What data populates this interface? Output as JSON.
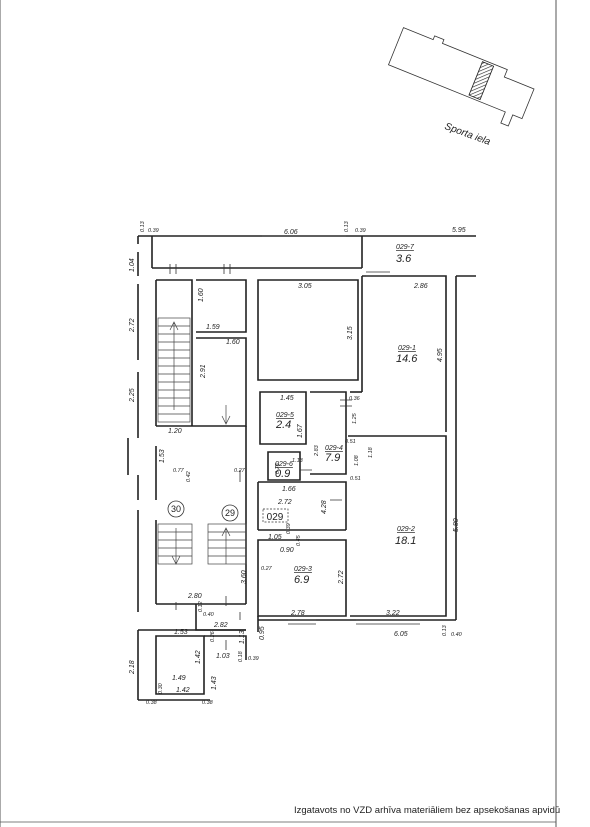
{
  "location_map": {
    "street": "Sporta iela"
  },
  "rooms": [
    {
      "id": "029-7",
      "area": "3.6"
    },
    {
      "id": "029-1",
      "area": "14.6"
    },
    {
      "id": "029-5",
      "area": "2.4"
    },
    {
      "id": "029-6",
      "area": "0.9"
    },
    {
      "id": "029-4",
      "area": "7.9"
    },
    {
      "id": "029-2",
      "area": "18.1"
    },
    {
      "id": "029-3",
      "area": "6.9"
    }
  ],
  "apartment_label": "029",
  "stair_numbers": [
    "30",
    "29"
  ],
  "dimensions": [
    "6.06",
    "5.95",
    "0.39",
    "0.13",
    "0.13",
    "0.39",
    "1.04",
    "2.72",
    "2.25",
    "1.60",
    "1.59",
    "1.60",
    "2.91",
    "3.05",
    "2.86",
    "3.15",
    "4.95",
    "1.45",
    "1.67",
    "0.36",
    "1.25",
    "0.51",
    "1.18",
    "2.83",
    "1.08",
    "1.20",
    "1.53",
    "0.77",
    "0.42",
    "0.27",
    "1.13",
    "0.78",
    "0.51",
    "1.66",
    "2.72",
    "4.28",
    "0.39",
    "5.80",
    "1.05",
    "0.45",
    "0.90",
    "0.27",
    "2.72",
    "3.60",
    "2.80",
    "0.12",
    "0.40",
    "2.82",
    "1.53",
    "0.26",
    "1.13",
    "0.95",
    "1.03",
    "0.18",
    "0.39",
    "2.78",
    "3.22",
    "6.05",
    "0.13",
    "0.40",
    "1.42",
    "1.43",
    "2.18",
    "1.49",
    "0.30",
    "1.42",
    "0.38",
    "0.38"
  ],
  "footer": {
    "note": "Izgatavots no VZD arhīva materiāliem bez apsekošanas apvidū"
  }
}
